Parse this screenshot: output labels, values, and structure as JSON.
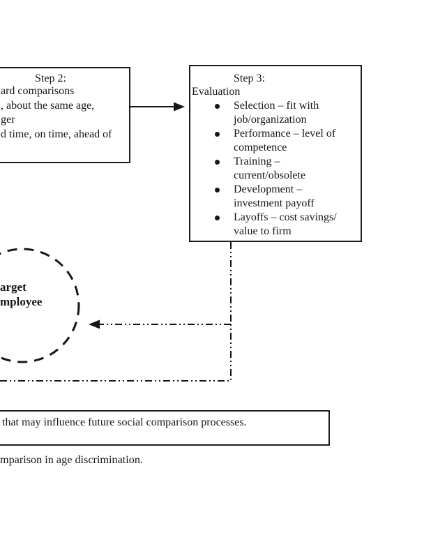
{
  "colors": {
    "ink": "#161616",
    "background": "#ffffff"
  },
  "step2_box": {
    "heading": "Step 2:",
    "lines": [
      "ard comparisons",
      ", about the same age,",
      "ger",
      "d time, on time, ahead of"
    ]
  },
  "step3_box": {
    "heading": "Step 3:",
    "subheading": "Evaluation",
    "bullets": [
      {
        "line1": "Selection – fit with",
        "line2": "job/organization"
      },
      {
        "line1": "Performance – level of",
        "line2": "competence"
      },
      {
        "line1": "Training –",
        "line2": "current/obsolete"
      },
      {
        "line1": "Development –",
        "line2": "investment payoff"
      },
      {
        "line1": "Layoffs – cost savings/",
        "line2": "value to firm"
      }
    ]
  },
  "target_circle": {
    "label_line1": "arget",
    "label_line2": "mployee"
  },
  "note_box": {
    "text": "that may influence future social comparison processes."
  },
  "caption": {
    "text": "mparison in age discrimination."
  }
}
